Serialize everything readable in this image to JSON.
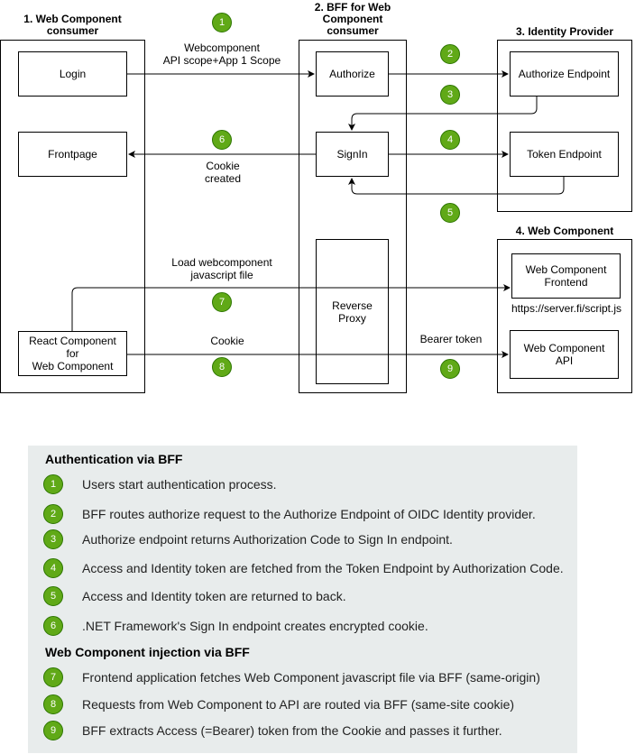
{
  "columns": {
    "consumer": {
      "title_line1": "1. Web Component",
      "title_line2": "consumer"
    },
    "bff": {
      "title_line1": "2. BFF for Web",
      "title_line2": "Component",
      "title_line3": "consumer"
    },
    "idp": {
      "title": "3. Identity Provider"
    },
    "webcomp": {
      "title": "4. Web Component"
    }
  },
  "nodes": {
    "login": "Login",
    "frontpage": "Frontpage",
    "react_line1": "React Component",
    "react_line2": "for",
    "react_line3": "Web Component",
    "authorize": "Authorize",
    "signin": "SignIn",
    "proxy_line1": "Reverse",
    "proxy_line2": "Proxy",
    "authorize_endpoint": "Authorize Endpoint",
    "token_endpoint": "Token Endpoint",
    "wc_frontend_line1": "Web Component",
    "wc_frontend_line2": "Frontend",
    "wc_api_line1": "Web Component",
    "wc_api_line2": "API"
  },
  "edge_labels": {
    "webcomponent_line1": "Webcomponent",
    "webcomponent_line2": "API scope+App 1 Scope",
    "cookie_created_line1": "Cookie",
    "cookie_created_line2": "created",
    "load_line1": "Load webcomponent",
    "load_line2": "javascript file",
    "cookie": "Cookie",
    "bearer": "Bearer token",
    "script_url": "https://server.fi/script.js"
  },
  "badges": [
    "1",
    "2",
    "3",
    "4",
    "5",
    "6",
    "7",
    "8",
    "9"
  ],
  "legend": {
    "heading_auth": "Authentication via BFF",
    "heading_injection": "Web Component injection via BFF",
    "auth_items": [
      {
        "num": "1",
        "text": "Users start authentication process."
      },
      {
        "num": "2",
        "text": "BFF routes authorize request to the Authorize Endpoint of OIDC Identity provider."
      },
      {
        "num": "3",
        "text": "Authorize endpoint returns Authorization Code to Sign In endpoint."
      },
      {
        "num": "4",
        "text": "Access and Identity token are fetched from the Token Endpoint by Authorization Code."
      },
      {
        "num": "5",
        "text": "Access and Identity token are returned to back."
      },
      {
        "num": "6",
        "text": ".NET Framework's Sign In endpoint creates encrypted cookie."
      }
    ],
    "injection_items": [
      {
        "num": "7",
        "text": "Frontend application fetches Web Component javascript file via BFF (same-origin)"
      },
      {
        "num": "8",
        "text": "Requests from Web Component to API are routed via BFF (same-site cookie)"
      },
      {
        "num": "9",
        "text": "BFF extracts Access (=Bearer) token from the Cookie and passes it further."
      }
    ]
  },
  "colors": {
    "badge_fill": "#60a917",
    "badge_stroke": "#2d7600",
    "legend_bg": "#e8ecec"
  }
}
